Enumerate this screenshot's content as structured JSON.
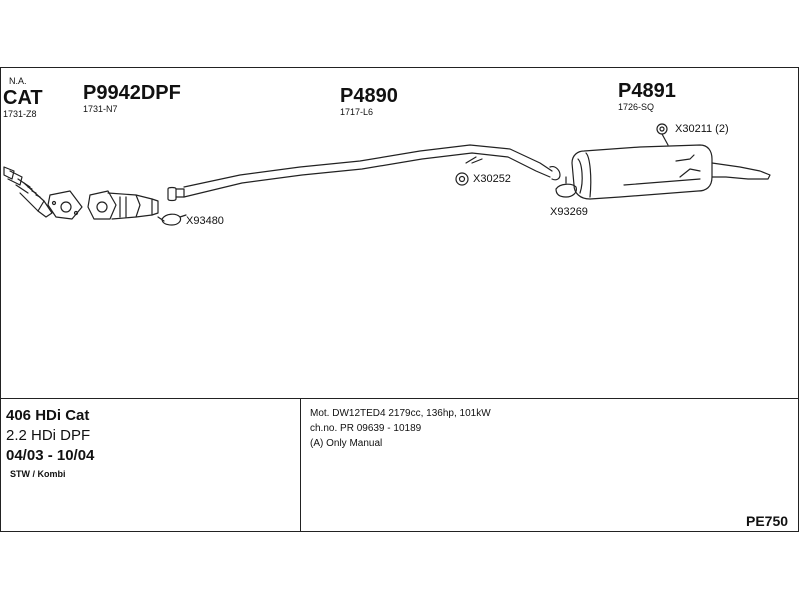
{
  "header": {
    "na_label": "N.A.",
    "cat_label": "CAT",
    "cat_code": "1731-Z8"
  },
  "parts": [
    {
      "part_number": "P9942DPF",
      "code": "1731-N7"
    },
    {
      "part_number": "P4890",
      "code": "1717-L6"
    },
    {
      "part_number": "P4891",
      "code": "1726-SQ"
    }
  ],
  "callouts": {
    "x30211": "X30211 (2)",
    "x30252": "X30252",
    "x93480": "X93480",
    "x93269": "X93269"
  },
  "vehicle": {
    "model": "406 HDi Cat",
    "engine": "2.2 HDi DPF",
    "years": "04/03 - 10/04",
    "body": "STW / Kombi"
  },
  "specs": {
    "motor": "Mot. DW12TED4 2179cc, 136hp, 101kW",
    "chassis": "ch.no. PR 09639 - 10189",
    "note": "(A) Only Manual"
  },
  "reference": "PE750"
}
